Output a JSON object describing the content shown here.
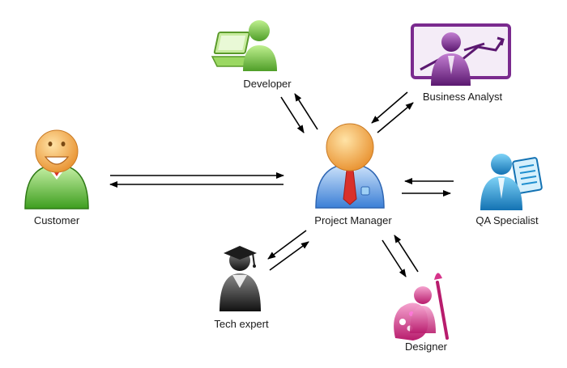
{
  "roles": {
    "developer": "Developer",
    "business_analyst": "Business Analyst",
    "customer": "Customer",
    "project_manager": "Project Manager",
    "qa_specialist": "QA Specialist",
    "tech_expert": "Tech expert",
    "designer": "Designer"
  },
  "icons": {
    "developer": "developer-laptop-person-icon",
    "business_analyst": "business-analyst-presentation-icon",
    "customer": "customer-smiling-person-icon",
    "project_manager": "project-manager-tie-person-icon",
    "qa_specialist": "qa-specialist-document-person-icon",
    "tech_expert": "tech-expert-graduate-person-icon",
    "designer": "designer-palette-brush-icon"
  },
  "colors": {
    "developer": "#6abf3a",
    "business_analyst": "#7a2a8e",
    "customer": "#4caf2a",
    "project_manager": "#3b7fd6",
    "qa_specialist": "#1f8fcf",
    "tech_expert": "#1c1c1c",
    "designer": "#d6338a",
    "skin": "#f3a64d",
    "tie": "#d9302b",
    "arrow": "#000000"
  }
}
